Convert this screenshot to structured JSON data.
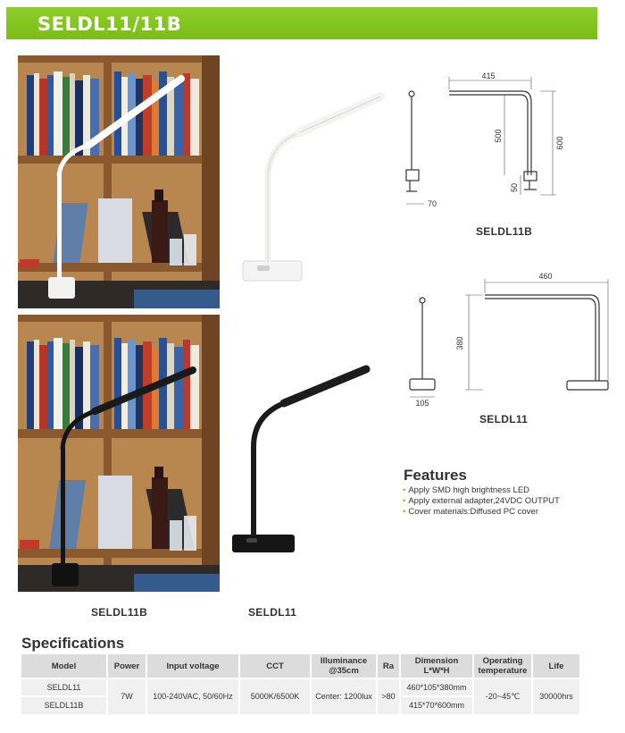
{
  "header": {
    "title": "SELDL11/11B"
  },
  "drawings": {
    "seldl11b": {
      "dims": [
        "415",
        "500",
        "600",
        "50",
        "70"
      ],
      "label": "SELDL11B"
    },
    "seldl11": {
      "dims": [
        "460",
        "380",
        "105"
      ],
      "label": "SELDL11"
    }
  },
  "photo_captions": {
    "left": "SELDL11B",
    "right": "SELDL11"
  },
  "features": {
    "title": "Features",
    "items": [
      "Apply SMD high brightness LED",
      "Apply external adapter,24VDC OUTPUT",
      "Cover materials:Diffused PC cover"
    ]
  },
  "specifications": {
    "title": "Specifications",
    "headers": [
      "Model",
      "Power",
      "Input voltage",
      "CCT",
      "Illuminance @35cm",
      "Ra",
      "Dimension L*W*H",
      "Operating temperature",
      "Life"
    ],
    "models": [
      "SELDL11",
      "SELDL11B"
    ],
    "power": "7W",
    "input_voltage": "100-240VAC, 50/60Hz",
    "cct": "5000K/6500K",
    "illuminance": "Center: 1200lux",
    "ra": ">80",
    "dimensions": [
      "460*105*380mm",
      "415*70*600mm"
    ],
    "operating_temperature": "-20~45℃",
    "life": "30000hrs"
  },
  "colors": {
    "banner": "#7fc31f",
    "table_header": "#dcdcdc",
    "table_cell": "#f0f0f0",
    "bullet": "#7cc11d"
  }
}
